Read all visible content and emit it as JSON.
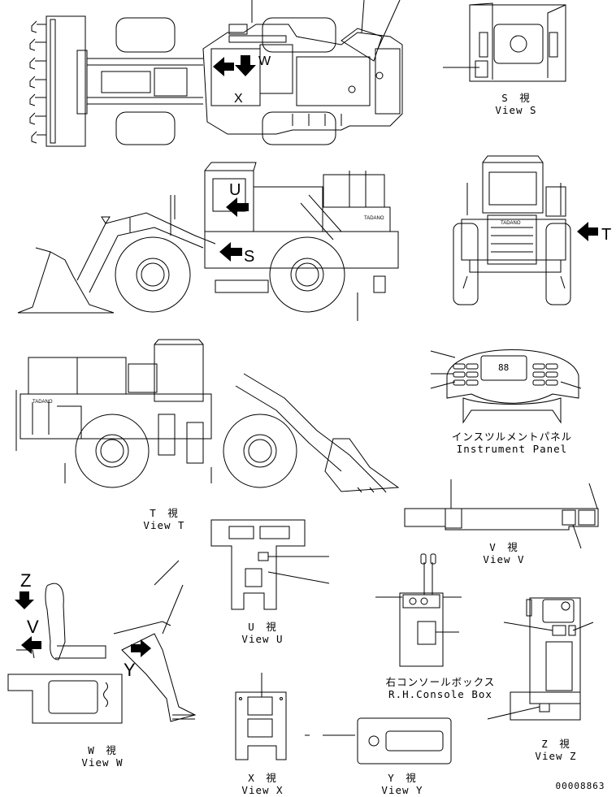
{
  "views": {
    "s": {
      "jp": "S　視",
      "en": "View S"
    },
    "t": {
      "jp": "T　視",
      "en": "View T"
    },
    "u": {
      "jp": "U　視",
      "en": "View U"
    },
    "v": {
      "jp": "V　視",
      "en": "View V"
    },
    "w": {
      "jp": "W　視",
      "en": "View W"
    },
    "x": {
      "jp": "X　視",
      "en": "View X"
    },
    "y": {
      "jp": "Y　視",
      "en": "View Y"
    },
    "z": {
      "jp": "Z　視",
      "en": "View Z"
    }
  },
  "panels": {
    "instrument": {
      "jp": "インスツルメントパネル",
      "en": "Instrument Panel"
    },
    "console": {
      "jp": "右コンソールボックス",
      "en": "R.H.Console Box"
    }
  },
  "markers": {
    "side_u": "U",
    "side_s": "S",
    "top_w": "W",
    "top_x": "X",
    "front_t": "T",
    "seat_z": "Z",
    "seat_v": "V",
    "seat_y": "Y",
    "instrument_digits": "88"
  },
  "brand": "TADANO",
  "drawing_number": "00008863"
}
